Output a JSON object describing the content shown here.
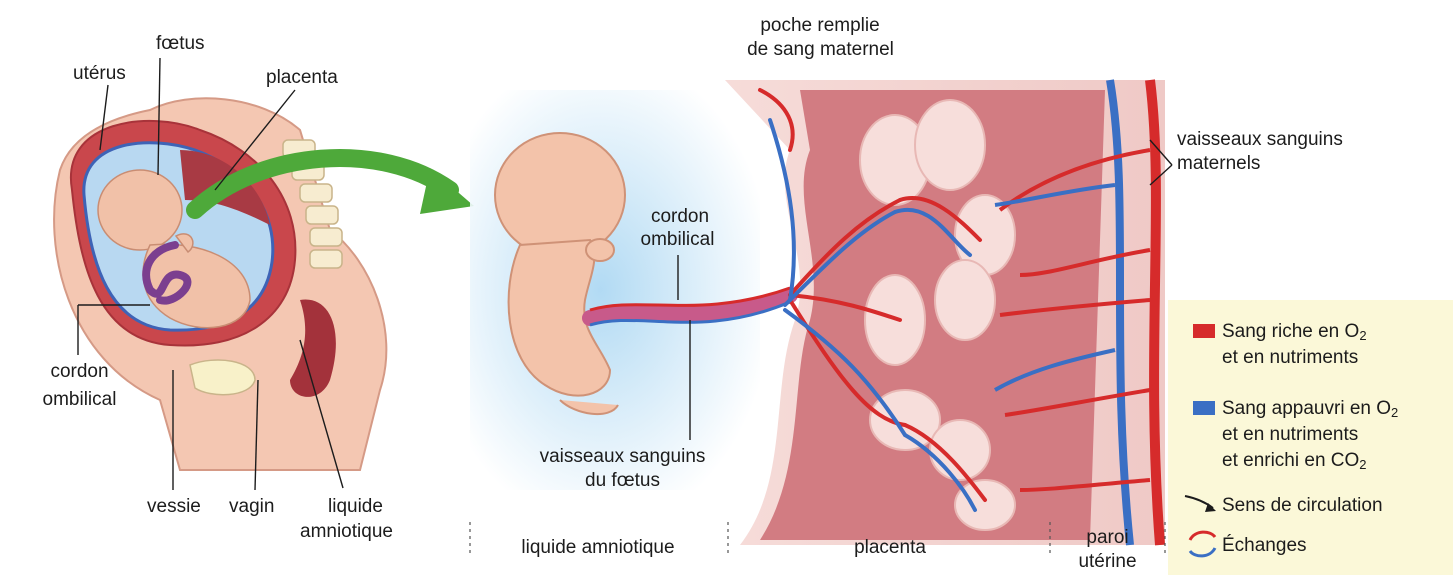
{
  "labels": {
    "uterus": "utérus",
    "foetus": "fœtus",
    "placenta_top": "placenta",
    "cordon_left_1": "cordon",
    "cordon_left_2": "ombilical",
    "vessie": "vessie",
    "vagin": "vagin",
    "liquide_1": "liquide",
    "liquide_2": "amniotique",
    "cordon_mid_1": "cordon",
    "cordon_mid_2": "ombilical",
    "vaisseaux_foetus_1": "vaisseaux sanguins",
    "vaisseaux_foetus_2": "du fœtus",
    "poche_1": "poche remplie",
    "poche_2": "de sang maternel",
    "vaisseaux_mat_1": "vaisseaux sanguins",
    "vaisseaux_mat_2": "maternels"
  },
  "bottom_regions": {
    "liquide": "liquide amniotique",
    "placenta": "placenta",
    "paroi_1": "paroi",
    "paroi_2": "utérine"
  },
  "legend": {
    "rich_1": "Sang riche en O",
    "rich_sub": "2",
    "rich_2": "et en nutriments",
    "poor_1": "Sang appauvri en O",
    "poor_sub": "2",
    "poor_2": "et en nutriments",
    "poor_3": "et enrichi en CO",
    "poor_3_sub": "2",
    "circulation": "Sens de circulation",
    "echanges": "Échanges"
  },
  "colors": {
    "maternal_blood": "#d62b2b",
    "fetal_blood": "#3a6fc4",
    "arrow_green": "#4ea93a",
    "placenta_tissue": "#d98a8e",
    "skin": "#f2c4ad",
    "legend_bg": "#fbf8d8",
    "amniotic": "#bfe0f5"
  }
}
